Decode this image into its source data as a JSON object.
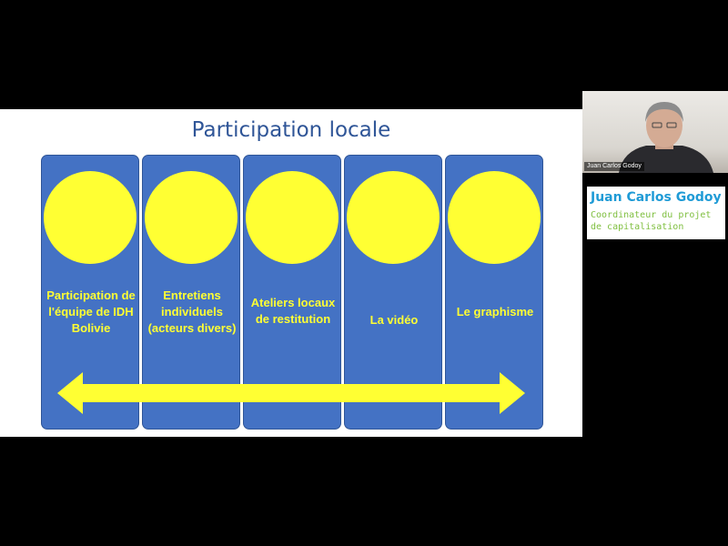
{
  "slide": {
    "title": "Participation locale",
    "columns": [
      {
        "label": "Participation de l'équipe de IDH Bolivie"
      },
      {
        "label": "Entretiens individuels (acteurs divers)"
      },
      {
        "label": "Ateliers locaux de restitution"
      },
      {
        "label": "La vidéo"
      },
      {
        "label": "Le graphisme"
      }
    ]
  },
  "speaker": {
    "webcam_label": "Juan Carlos Godoy",
    "name": "Juan Carlos Godoy",
    "role": "Coordinateur du projet de capitalisation"
  },
  "colors": {
    "column_blue": "#4472c4",
    "accent_yellow": "#ffff33",
    "title_blue": "#2f5597",
    "name_blue": "#1f9bd6",
    "role_green": "#7fbf3f"
  },
  "icons": [
    "double-headed-arrow"
  ]
}
